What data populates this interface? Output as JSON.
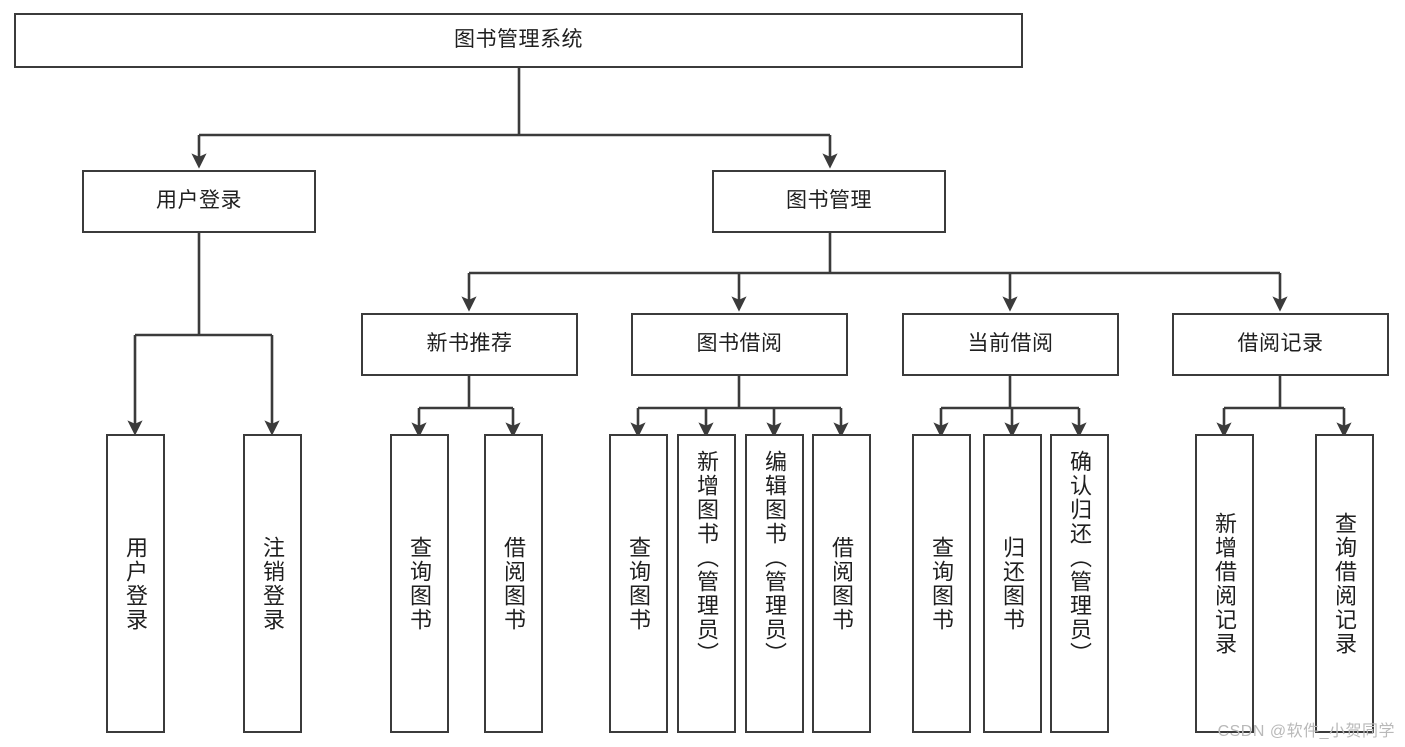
{
  "diagram": {
    "title": "图书管理系统",
    "type": "tree-hierarchy-flowchart",
    "theme": {
      "stroke": "#3b3b3b",
      "fill": "#ffffff",
      "text": "#1f1f1f",
      "watermark_color": "#b9b9b9"
    },
    "root": {
      "label": "图书管理系统"
    },
    "level2": [
      {
        "label": "用户登录"
      },
      {
        "label": "图书管理"
      }
    ],
    "level3": [
      {
        "label": "新书推荐"
      },
      {
        "label": "图书借阅"
      },
      {
        "label": "当前借阅"
      },
      {
        "label": "借阅记录"
      }
    ],
    "leaves": {
      "user_login": [
        {
          "label": "用户登录"
        },
        {
          "label": "注销登录"
        }
      ],
      "new_book_recommend": [
        {
          "label": "查询图书"
        },
        {
          "label": "借阅图书"
        }
      ],
      "book_borrow": [
        {
          "label": "查询图书"
        },
        {
          "label": "新增图书（管理员）"
        },
        {
          "label": "编辑图书（管理员）"
        },
        {
          "label": "借阅图书"
        }
      ],
      "current_borrow": [
        {
          "label": "查询图书"
        },
        {
          "label": "归还图书"
        },
        {
          "label": "确认归还（管理员）"
        }
      ],
      "borrow_record": [
        {
          "label": "新增借阅记录"
        },
        {
          "label": "查询借阅记录"
        }
      ]
    },
    "watermark": "CSDN @软件_小贺同学"
  }
}
